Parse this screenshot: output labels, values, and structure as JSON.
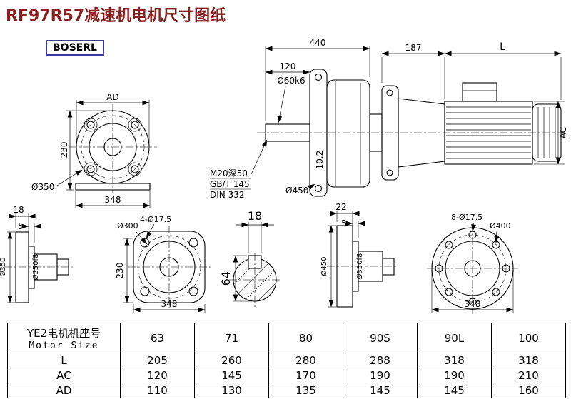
{
  "title": "RF97R57减速机电机尺寸图纸",
  "logo": "BOSERL",
  "colors": {
    "title": "#8a1f1f",
    "logo_border": "#3a3aa0",
    "line": "#000000"
  },
  "drawing": {
    "front_view": {
      "ad": "AD",
      "h": "230",
      "od": "Ø350",
      "w": "348"
    },
    "main_view": {
      "len_total": "440",
      "len_input": "120",
      "shaft_dia": "Ø60k6",
      "tap_hole": "M20深50",
      "std1": "GB/T 145",
      "std2": "DIN 332",
      "flange_od": "Ø450",
      "key_h": "10.2"
    },
    "motor_view": {
      "len_adapter": "187",
      "len_motor": "L",
      "ac": "AC"
    },
    "flange_side_small": {
      "t1": "18",
      "t2": "5",
      "od": "Ø350",
      "spigot": "Ø250f8"
    },
    "flange_front": {
      "holes": "4-Ø17.5",
      "bolt_circle": "Ø300",
      "h": "230",
      "w": "348"
    },
    "shaft_section": {
      "key_w": "18",
      "key_d": "64"
    },
    "flange_side_large": {
      "t1": "22",
      "t2": "5",
      "od": "Ø450",
      "spigot": "Ø350f8"
    },
    "flange_front_large": {
      "holes": "8-Ø17.5",
      "bolt_circle": "Ø400",
      "w": "348"
    }
  },
  "table": {
    "header_cn": "YE2电机机座号",
    "header_en": "Motor Size",
    "sizes": [
      "63",
      "71",
      "80",
      "90S",
      "90L",
      "100"
    ],
    "rows": [
      {
        "label": "L",
        "values": [
          "205",
          "260",
          "280",
          "288",
          "318",
          "318"
        ]
      },
      {
        "label": "AC",
        "values": [
          "120",
          "145",
          "170",
          "190",
          "190",
          "210"
        ]
      },
      {
        "label": "AD",
        "values": [
          "110",
          "130",
          "135",
          "145",
          "145",
          "160"
        ]
      }
    ]
  }
}
